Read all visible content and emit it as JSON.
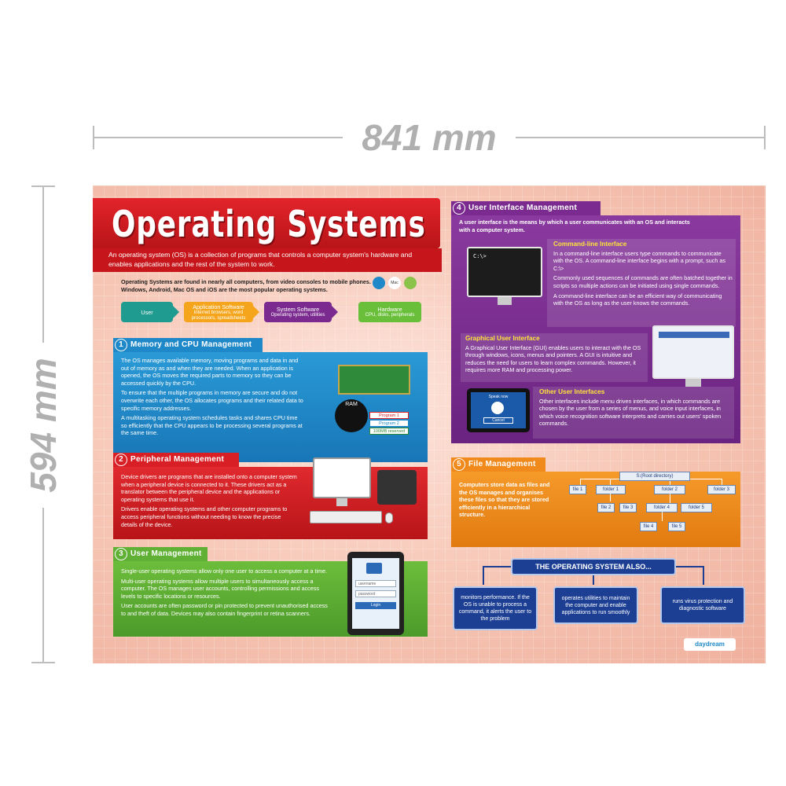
{
  "dimensions": {
    "width_label": "841 mm",
    "height_label": "594 mm"
  },
  "poster": {
    "title": "Operating Systems",
    "intro": "An operating system (OS) is a collection of programs that controls a computer system's hardware and enables applications and the rest of the system to work.",
    "found_text": "Operating Systems are found in nearly all computers, from video consoles to mobile phones. Windows, Android, Mac OS and iOS are the most popular operating systems.",
    "os_logos": {
      "mac": "Mac"
    },
    "flow": {
      "user": "User",
      "app_title": "Application Software",
      "app_sub": "Internet browsers, word processors, spreadsheets",
      "sys_title": "System Software",
      "sys_sub": "Operating system, utilities",
      "hw_title": "Hardware",
      "hw_sub": "CPU, disks, peripherals"
    },
    "s1": {
      "num": "1",
      "title": "Memory and CPU Management",
      "p1": "The OS manages available memory, moving programs and data in and out of memory as and when they are needed. When an application is opened, the OS moves the required parts to memory so they can be accessed quickly by the CPU.",
      "p2": "To ensure that the multiple programs in memory are secure and do not overwrite each other, the OS allocates programs and their related data to specific memory addresses.",
      "p3": "A multitasking operating system schedules tasks and shares CPU time so efficiently that the CPU appears to be processing several programs at the same time.",
      "ram_label": "RAM",
      "prog1": "Program 1",
      "prog2": "Program 2",
      "reserved": "100MB reserved"
    },
    "s2": {
      "num": "2",
      "title": "Peripheral Management",
      "p1": "Device drivers are programs that are installed onto a computer system when a peripheral device is connected to it. These drivers act as a translator between the peripheral device and the applications or operating systems that use it.",
      "p2": "Drivers enable operating systems and other computer programs to access peripheral functions without needing to know the precise details of the device."
    },
    "s3": {
      "num": "3",
      "title": "User Management",
      "p1": "Single-user operating systems allow only one user to access a computer at a time.",
      "p2": "Multi-user operating systems allow multiple users to simultaneously access a computer. The OS manages user accounts, controlling permissions and access levels to specific locations or resources.",
      "p3": "User accounts are often password or pin protected to prevent unauthorised access to and theft of data. Devices may also contain fingerprint or retina scanners."
    },
    "s4": {
      "num": "4",
      "title": "User Interface Management",
      "intro": "A user interface is the means by which a user communicates with an OS and interacts with a computer system.",
      "cli_title": "Command-line Interface",
      "cli_p1": "In a command-line interface users type commands to communicate with the OS. A command-line interface begins with a prompt, such as C:\\>",
      "cli_p2": "Commonly used sequences of commands are often batched together in scripts so multiple actions can be initiated using single commands.",
      "cli_p3": "A command-line interface can be an efficient way of communicating with the OS as long as the user knows the commands.",
      "prompt": "C:\\>",
      "gui_title": "Graphical User Interface",
      "gui_p": "A Graphical User Interface (GUI) enables users to interact with the OS through windows, icons, menus and pointers. A GUI is intuitive and reduces the need for users to learn complex commands. However, it requires more RAM and processing power.",
      "other_title": "Other User Interfaces",
      "other_p": "Other interfaces include menu driven interfaces, in which commands are chosen by the user from a series of menus, and voice input interfaces, in which voice recognition software interprets and carries out users' spoken commands.",
      "speak_now": "Speak now",
      "cancel": "Cancel"
    },
    "s5": {
      "num": "5",
      "title": "File Management",
      "p": "Computers store data as files and the OS manages and organises these files so that they are stored efficiently in a hierarchical structure.",
      "root": "S:(Root directory)",
      "folder1": "folder 1",
      "folder2": "folder 2",
      "folder3": "folder 3",
      "folder4": "folder 4",
      "folder5": "folder 5",
      "file1": "file 1",
      "file2": "file 2",
      "file3": "file 3",
      "file4": "file 4",
      "file5": "file 5"
    },
    "also": {
      "title": "The Operating System also...",
      "b1": "monitors performance. If the OS is unable to process a command, it alerts the user to the problem",
      "b2": "operates utilities to maintain the computer and enable applications to run smoothly",
      "b3": "runs virus protection and diagnostic software"
    },
    "brand": "daydream",
    "user_form": {
      "username": "username",
      "password": "password",
      "login": "Login"
    }
  },
  "colors": {
    "red": "#d81f26",
    "blue": "#1e88c8",
    "green": "#5fb035",
    "purple": "#7b2b8f",
    "orange": "#f08a1c",
    "navy": "#1c3f94"
  }
}
